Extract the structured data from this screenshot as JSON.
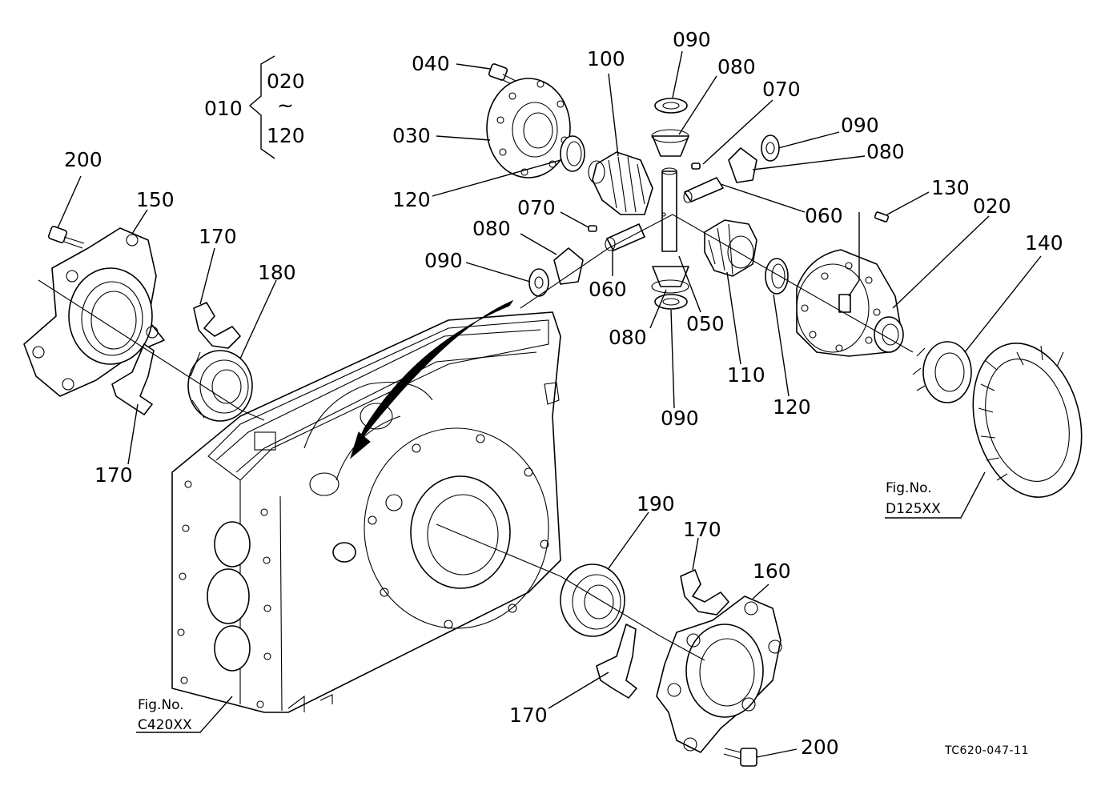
{
  "group": {
    "parent": "010",
    "from": "020",
    "tilde": "~",
    "to": "120"
  },
  "callouts": {
    "c040": "040",
    "c030": "030",
    "c120a": "120",
    "c100": "100",
    "c090a": "090",
    "c080a": "080",
    "c070a": "070",
    "c090b": "090",
    "c080b": "080",
    "c060a": "060",
    "c130": "130",
    "c020": "020",
    "c140": "140",
    "c070b": "070",
    "c080c": "080",
    "c090c": "090",
    "c060b": "060",
    "c080d": "080",
    "c050": "050",
    "c090d": "090",
    "c110": "110",
    "c120b": "120",
    "c200a": "200",
    "c150": "150",
    "c170a": "170",
    "c180": "180",
    "c170b": "170",
    "c190": "190",
    "c170c": "170",
    "c160": "160",
    "c170d": "170",
    "c200b": "200"
  },
  "figrefs": {
    "ring_gear": {
      "label": "Fig.No.",
      "code": "D125XX"
    },
    "case": {
      "label": "Fig.No.",
      "code": "C420XX"
    }
  },
  "doc_id": "TC620-047-11"
}
